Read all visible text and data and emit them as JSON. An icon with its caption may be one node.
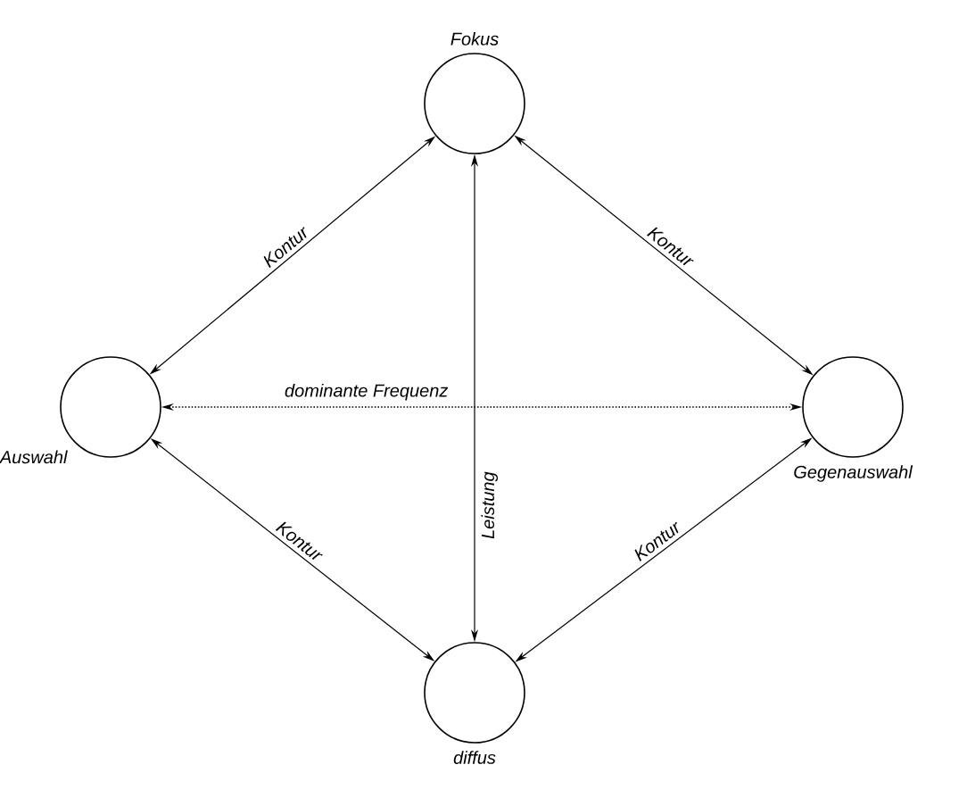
{
  "diagram": {
    "nodes": [
      {
        "text": [
          "Fokus"
        ]
      },
      {
        "text": [
          "Auswahl"
        ]
      },
      {
        "text": [
          "Gegenauswahl"
        ]
      },
      {
        "text": [
          "diffus"
        ]
      }
    ],
    "edges": [
      {
        "from": 0,
        "to": 1,
        "arrow": "both",
        "label": "Kontur"
      },
      {
        "from": 0,
        "to": 2,
        "arrow": "both",
        "label": "Kontur"
      },
      {
        "from": 1,
        "to": 3,
        "arrow": "both",
        "label": "Kontur"
      },
      {
        "from": 2,
        "to": 3,
        "arrow": "both",
        "label": "Kontur"
      },
      {
        "from": 1,
        "to": 2,
        "arrow": "both",
        "label": "dominante Frequenz",
        "style": "dashed"
      },
      {
        "from": 0,
        "to": 3,
        "arrow": "both",
        "label": "Leistung"
      }
    ]
  }
}
